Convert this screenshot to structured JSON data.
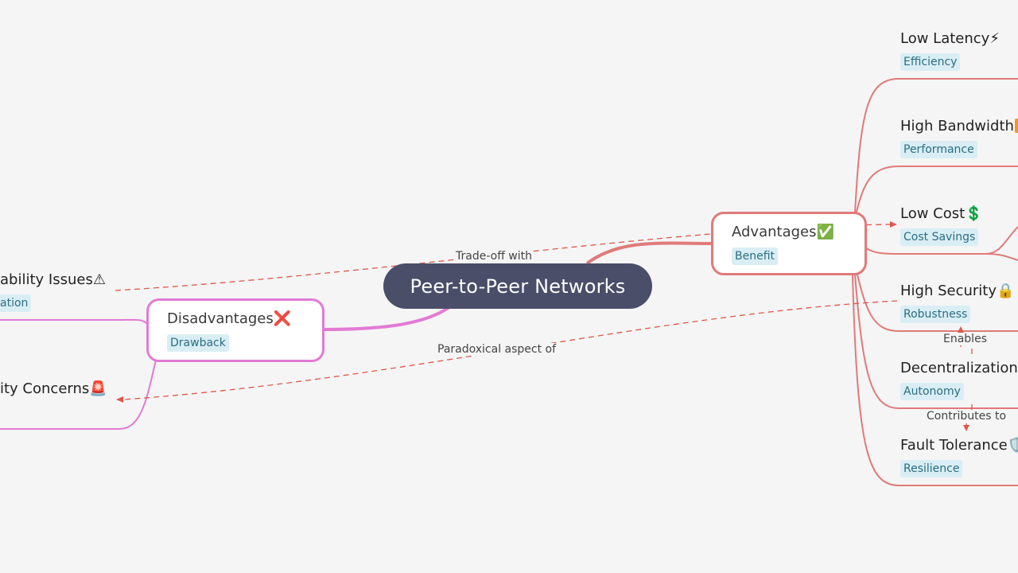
{
  "root": {
    "label": "Peer-to-Peer Networks"
  },
  "advantages": {
    "title": "Advantages",
    "icon": "check-mark-icon",
    "tag": "Benefit",
    "color": "#e07a7a",
    "children": [
      {
        "title": "Low Latency",
        "icon": "lightning-icon",
        "tag": "Efficiency"
      },
      {
        "title": "High Bandwidth",
        "icon": "bar-chart-icon",
        "tag": "Performance"
      },
      {
        "title": "Low Cost",
        "icon": "dollar-icon",
        "tag": "Cost Savings"
      },
      {
        "title": "High Security",
        "icon": "lock-icon",
        "tag": "Robustness"
      },
      {
        "title": "Decentralization",
        "icon": "",
        "tag": "Autonomy"
      },
      {
        "title": "Fault Tolerance",
        "icon": "shield-icon",
        "tag": "Resilience"
      }
    ]
  },
  "disadvantages": {
    "title": "Disadvantages",
    "icon": "cross-mark-icon",
    "tag": "Drawback",
    "color": "#e27ad4",
    "children": [
      {
        "title": "ability Issues",
        "icon": "warning-icon",
        "tag": "ation"
      },
      {
        "title": "ity Concerns",
        "icon": "siren-icon",
        "tag": ""
      }
    ]
  },
  "relations": {
    "tradeoff": "Trade-off with",
    "paradox": "Paradoxical aspect of",
    "enables": "Enables",
    "contributes": "Contributes to",
    "color": "#e0574a"
  },
  "glyphs": {
    "check": "✅",
    "cross": "❌",
    "bolt": "⚡",
    "dollar": "💲",
    "lock": "🔒",
    "shield": "🛡️",
    "warning": "⚠",
    "siren": "🚨"
  }
}
